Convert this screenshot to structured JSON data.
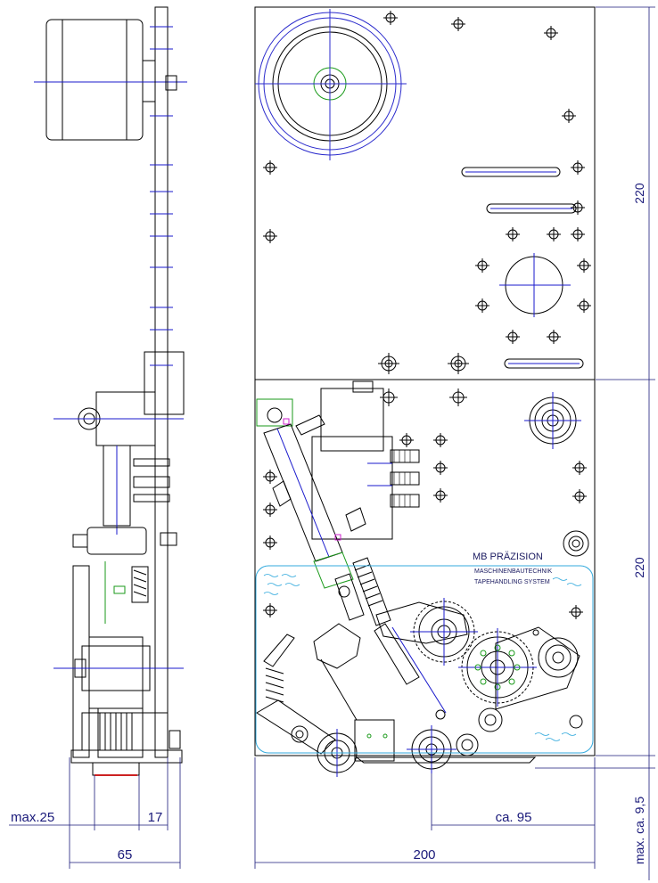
{
  "dimensions": {
    "height_top": "220",
    "height_bottom": "220",
    "max_offset": "max. ca. 9,5",
    "width_side": "65",
    "width_front": "200",
    "max_depth": "max.25",
    "depth_17": "17",
    "offset_95": "ca. 95"
  },
  "label": {
    "company": "MB PRÄZISION",
    "line1": "MASCHINENBAUTECHNIK",
    "line2": "TAPEHANDLING SYSTEM"
  },
  "colors": {
    "outline": "#000000",
    "centerline": "#1a1acc",
    "reel": "#2a2acc",
    "dimension": "#1a1a7a",
    "accent_green": "#1a9a1a",
    "accent_magenta": "#cc22cc",
    "accent_red": "#cc2222",
    "label_box": "#33aadd"
  }
}
